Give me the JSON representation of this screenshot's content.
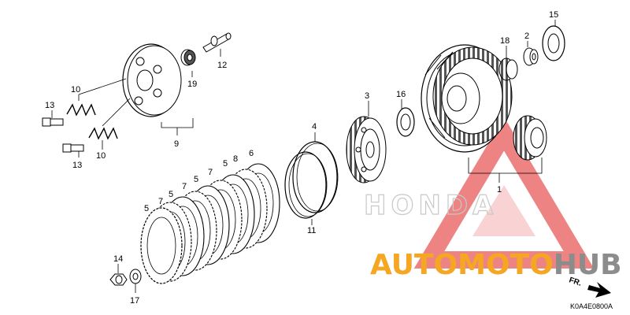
{
  "diagram": {
    "code": "K0A4E0800A",
    "direction_marker": "FR.",
    "brand_text": "HONDA",
    "watermark": {
      "part1": "AUTO",
      "part2": "MOTO",
      "part3": "HUB",
      "color_orange": "#f5a623",
      "color_grey": "#8c8c8c",
      "color_red": "#e85a5a"
    },
    "part_numbers": {
      "p1": "1",
      "p2": "2",
      "p3": "3",
      "p4": "4",
      "p5a": "5",
      "p5b": "5",
      "p5c": "5",
      "p6": "6",
      "p7a": "7",
      "p7b": "7",
      "p7c": "7",
      "p8": "8",
      "p9": "9",
      "p10a": "10",
      "p10b": "10",
      "p11": "11",
      "p12": "12",
      "p13a": "13",
      "p13b": "13",
      "p14": "14",
      "p15": "15",
      "p16": "16",
      "p17": "17",
      "p18": "18",
      "p19": "19"
    }
  }
}
